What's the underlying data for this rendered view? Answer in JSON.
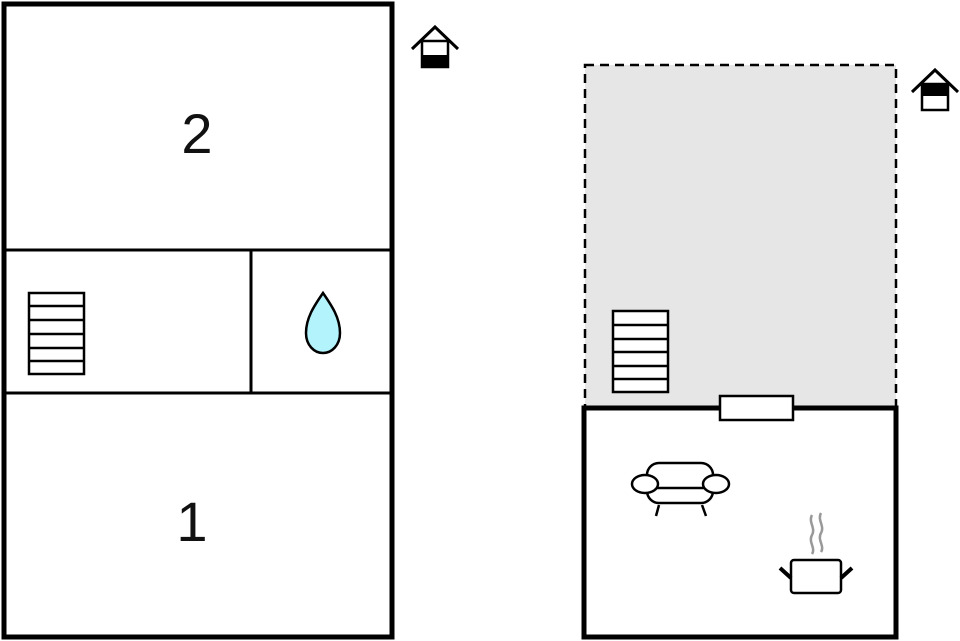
{
  "floor_plans": [
    {
      "id": "upper-floor-plan",
      "rooms": [
        {
          "label": "2"
        },
        {
          "label": "1"
        }
      ],
      "icons": [
        "house-upper-floor-icon",
        "stairs-icon",
        "bathroom-water-drop-icon"
      ]
    },
    {
      "id": "ground-floor-plan",
      "areas": [
        "terrace-shaded-area",
        "living-room"
      ],
      "icons": [
        "house-ground-floor-icon",
        "stairs-icon",
        "door-opening",
        "sofa-icon",
        "kitchen-pot-icon"
      ]
    }
  ],
  "colors": {
    "wall": "#000000",
    "terrace_fill": "#e6e6e6",
    "water_drop": "#b3f3fb",
    "steam": "#999999"
  }
}
